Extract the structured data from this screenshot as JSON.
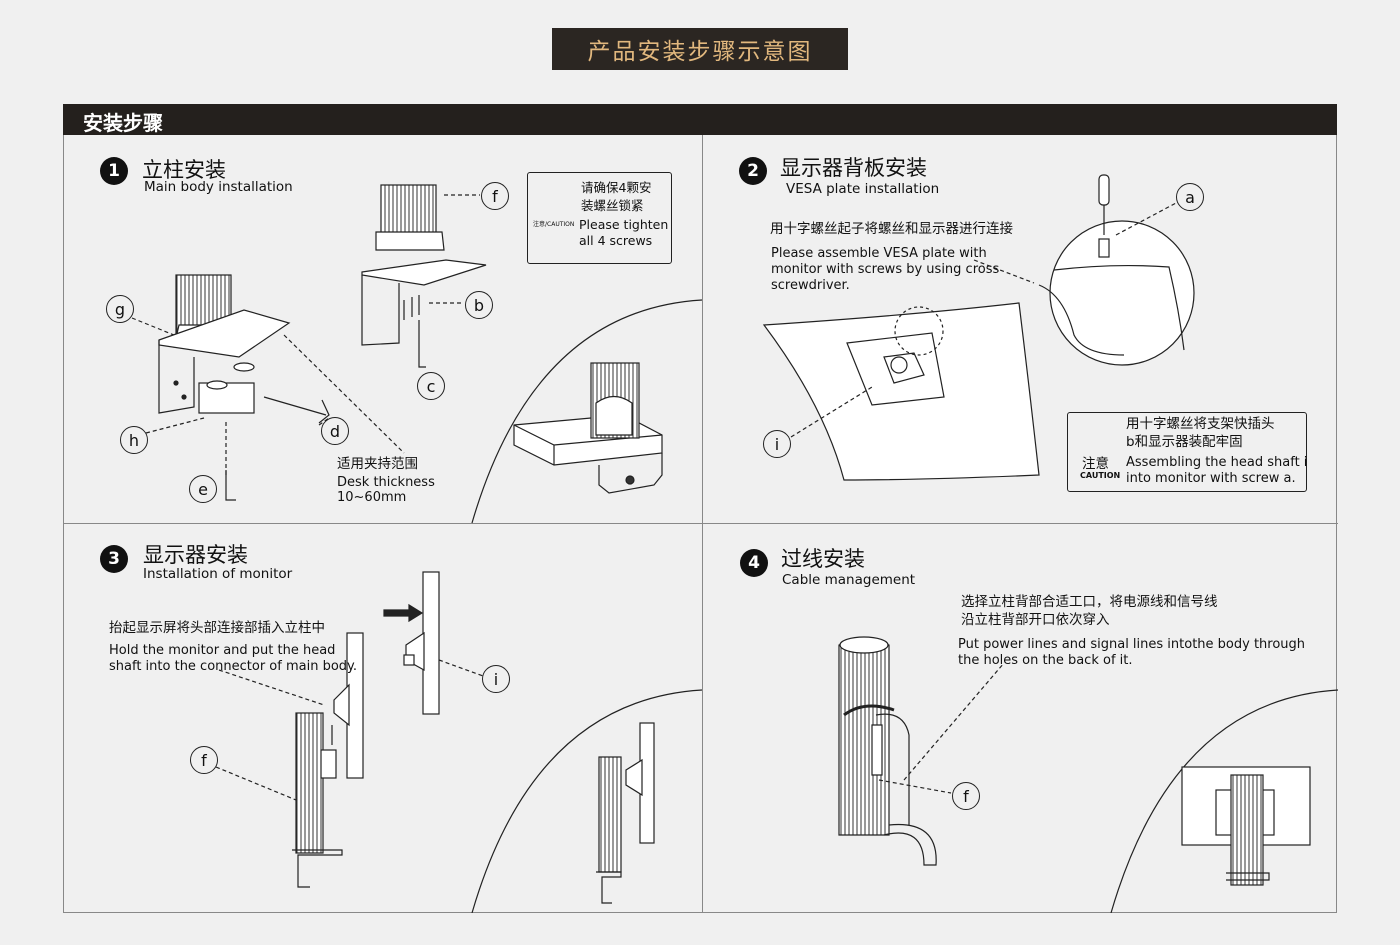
{
  "banner": {
    "title": "产品安装步骤示意图"
  },
  "header": {
    "title": "安装步骤"
  },
  "steps": [
    {
      "num": "1",
      "title": "立柱安装",
      "subtitle": "Main body installation"
    },
    {
      "num": "2",
      "title": "显示器背板安装",
      "subtitle": "VESA plate installation"
    },
    {
      "num": "3",
      "title": "显示器安装",
      "subtitle": "Installation of monitor"
    },
    {
      "num": "4",
      "title": "过线安装",
      "subtitle": "Cable management"
    }
  ],
  "step1": {
    "caution": {
      "cn1": "请确保4颗安",
      "cn2": "装螺丝锁紧",
      "label": "注意/CAUTION",
      "en1": "Please tighten",
      "en2": "all 4 screws"
    },
    "clamp_cn": "适用夹持范围",
    "clamp_en1": "Desk thickness",
    "clamp_en2": "10~60mm",
    "callouts": [
      "f",
      "b",
      "c",
      "g",
      "h",
      "d",
      "e"
    ]
  },
  "step2": {
    "cn": "用十字螺丝起子将螺丝和显示器进行连接",
    "en1": "Please assemble VESA plate with",
    "en2": "monitor with screws by using cross",
    "en3": "screwdriver.",
    "callouts": [
      "a",
      "i"
    ],
    "caution": {
      "cn1": "用十字螺丝将支架快插头",
      "cn2": "b和显示器装配牢固",
      "label_cn": "注意",
      "label_en": "CAUTION",
      "en1": "Assembling the head shaft i",
      "en2": "into monitor with screw a."
    }
  },
  "step3": {
    "cn": "抬起显示屏将头部连接部插入立柱中",
    "en1": "Hold the monitor and put the head",
    "en2": "shaft into the connector of main body.",
    "callouts": [
      "i",
      "f"
    ]
  },
  "step4": {
    "cn1": "选择立柱背部合适工口，将电源线和信号线",
    "cn2": "沿立柱背部开口依次穿入",
    "en1": "Put power lines and signal lines intothe body through",
    "en2": "the holes on the back of it.",
    "callouts": [
      "f"
    ]
  }
}
